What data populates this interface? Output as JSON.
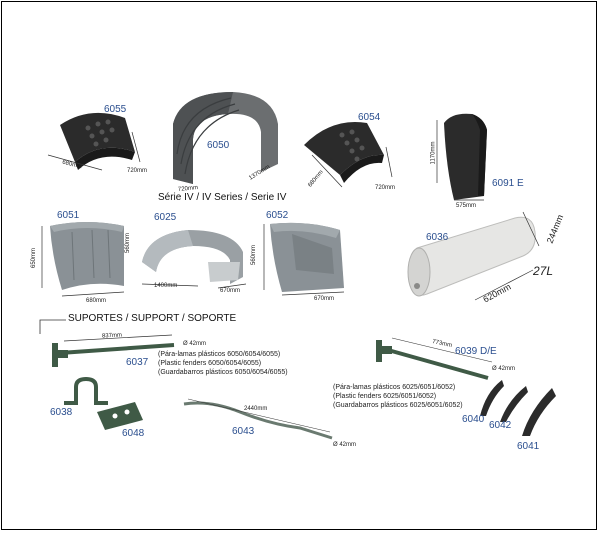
{
  "series_iv": {
    "heading": "Série IV / IV Series / Serie IV",
    "products": [
      {
        "code": "6055",
        "dims": [
          "680mm",
          "720mm"
        ]
      },
      {
        "code": "6050",
        "dims": [
          "720mm",
          "1370mm"
        ]
      },
      {
        "code": "6054",
        "dims": [
          "680mm",
          "720mm"
        ]
      },
      {
        "code": "6091 E",
        "dims": [
          "1170mm",
          "575mm"
        ]
      }
    ]
  },
  "series_other": {
    "products": [
      {
        "code": "6051",
        "dims": [
          "650mm",
          "680mm"
        ]
      },
      {
        "code": "6025",
        "dims": [
          "560mm",
          "1400mm",
          "670mm"
        ]
      },
      {
        "code": "6052",
        "dims": [
          "560mm",
          "670mm"
        ]
      },
      {
        "code": "6036",
        "dims": [
          "244mm",
          "620mm"
        ],
        "capacity": "27L"
      }
    ]
  },
  "supports": {
    "heading": "SUPORTES / SUPPORT / SOPORTE",
    "group_a": {
      "codes": [
        "6037",
        "6038",
        "6048",
        "6043"
      ],
      "dims": [
        "837mm",
        "Ø 42mm",
        "2440mm",
        "Ø 42mm"
      ],
      "notes": [
        "(Pára-lamas plásticos 6050/6054/6055)",
        "(Plastic fenders 6050/6054/6055)",
        "(Guardabarros plásticos 6050/6054/6055)"
      ]
    },
    "group_b": {
      "codes": [
        "6039 D/E",
        "6040",
        "6042",
        "6041"
      ],
      "dims": [
        "773mm",
        "Ø 42mm"
      ],
      "notes": [
        "(Pára-lamas plásticos 6025/6051/6052)",
        "(Plastic fenders 6025/6051/6052)",
        "(Guardabarros plásticos 6025/6051/6052)"
      ]
    }
  },
  "colors": {
    "code_text": "#2a4e8e",
    "fender_black": "#2b2b2b",
    "fender_grey": "#8a9196",
    "support_green": "#3f5a46",
    "tank_white": "#e6e6e4"
  }
}
